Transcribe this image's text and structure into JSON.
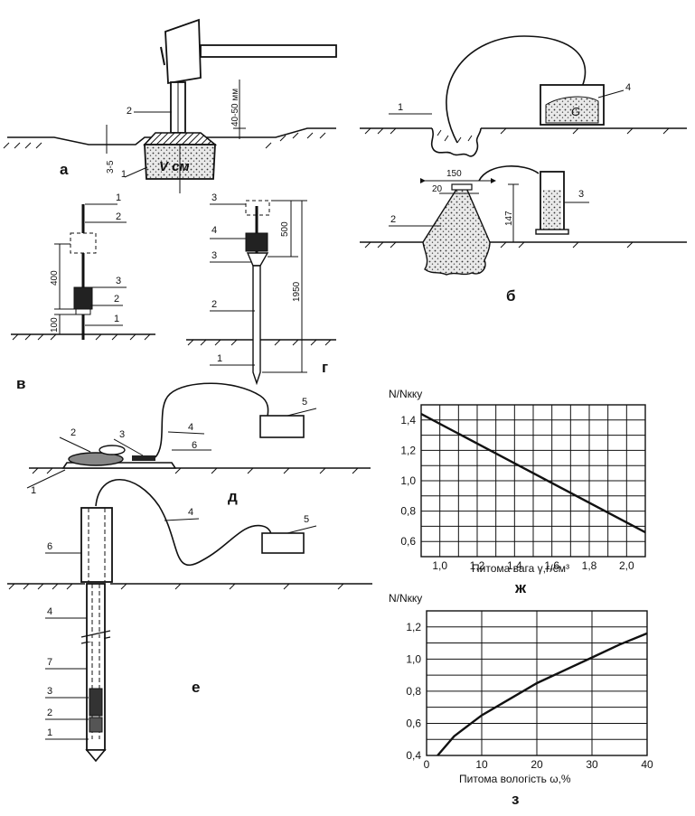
{
  "panels": {
    "a": {
      "letter": "а",
      "labels": {
        "n1": "1",
        "n2": "2"
      },
      "dims": {
        "depth": "3-5",
        "rise": "40-50 мм"
      },
      "inner": "V см"
    },
    "b": {
      "letter": "б",
      "labels": {
        "n1": "1",
        "n2": "2",
        "n3": "3",
        "n4": "4"
      },
      "dims": {
        "w150": "150",
        "w20": "20",
        "h147": "147"
      },
      "inner": "G"
    },
    "v": {
      "letter": "в",
      "labels": {
        "n1a": "1",
        "n2a": "2",
        "n3": "3",
        "n2b": "2",
        "n1b": "1"
      },
      "dims": {
        "d400": "400",
        "d100": "100"
      }
    },
    "g": {
      "letter": "г",
      "labels": {
        "n3a": "3",
        "n4": "4",
        "n3b": "3",
        "n2": "2",
        "n1": "1"
      },
      "dims": {
        "d500": "500",
        "d1950": "1950"
      }
    },
    "d": {
      "letter": "д",
      "labels": {
        "n2": "2",
        "n3": "3",
        "n4": "4",
        "n5": "5",
        "n6": "6",
        "n1": "1"
      }
    },
    "e": {
      "letter": "е",
      "labels": {
        "n4a": "4",
        "n5": "5",
        "n6": "6",
        "n4b": "4",
        "n7": "7",
        "n3": "3",
        "n2": "2",
        "n1": "1"
      }
    }
  },
  "chart_data": [
    {
      "type": "line",
      "panel_letter": "ж",
      "ylabel": "N/Nкку",
      "xlabel": "Питома вага γ,г/см³",
      "xlim": [
        0.9,
        2.1
      ],
      "ylim": [
        0.5,
        1.5
      ],
      "x_ticks": [
        "1,0",
        "1,2",
        "1,4",
        "1,6",
        "1,8",
        "2,0"
      ],
      "y_ticks": [
        "0,6",
        "0,8",
        "1,0",
        "1,2",
        "1,4"
      ],
      "x": [
        0.9,
        2.1
      ],
      "y": [
        1.44,
        0.66
      ],
      "grid": true
    },
    {
      "type": "line",
      "panel_letter": "з",
      "ylabel": "N/Nкку",
      "xlabel": "Питома вологість ω,%",
      "xlim": [
        0,
        40
      ],
      "ylim": [
        0.4,
        1.3
      ],
      "x_ticks": [
        "0",
        "10",
        "20",
        "30",
        "40"
      ],
      "y_ticks": [
        "0,4",
        "0,6",
        "0,8",
        "1,0",
        "1,2"
      ],
      "x": [
        2,
        5,
        10,
        15,
        20,
        25,
        30,
        35,
        40
      ],
      "y": [
        0.4,
        0.52,
        0.65,
        0.75,
        0.85,
        0.93,
        1.01,
        1.09,
        1.16
      ],
      "grid": true
    }
  ]
}
